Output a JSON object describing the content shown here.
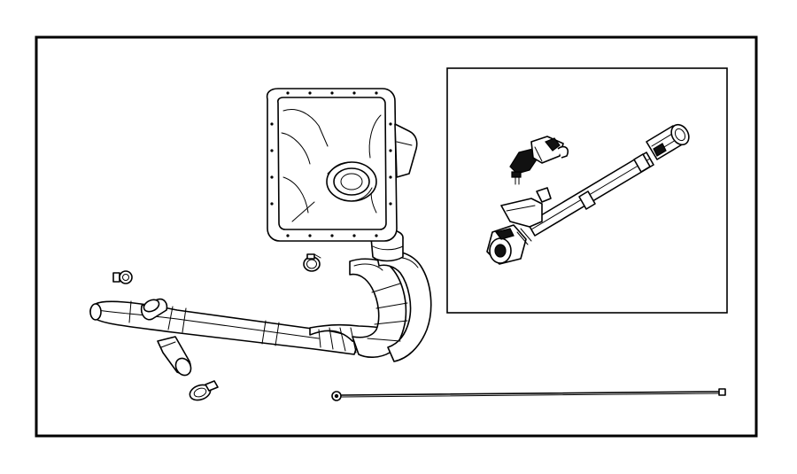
{
  "figure": {
    "frame_color": "#000000",
    "background_color": "#ffffff",
    "parts": [
      "fuel-filler-housing",
      "filler-neck-tube",
      "vent-tube",
      "hose-clamp",
      "tube-clip",
      "ground-strap",
      "sensor",
      "tube-assembly"
    ],
    "inset": {
      "detail": "tube-assembly-with-sensor"
    }
  }
}
